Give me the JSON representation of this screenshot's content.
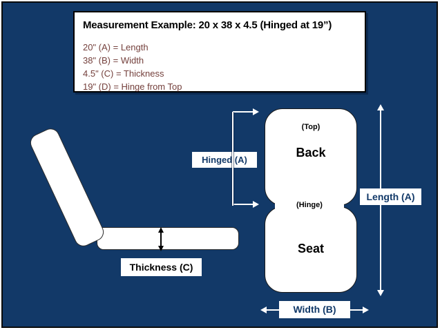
{
  "title_box": {
    "title": "Measurement Example:  20 x 38 x 4.5 (Hinged at 19”)",
    "lines": [
      "20\" (A) = Length",
      "38\" (B) = Width",
      "4.5\" (C) = Thickness",
      "19\" (D) = Hinge from Top"
    ]
  },
  "front_view": {
    "top_label": "(Top)",
    "back_label": "Back",
    "hinge_label": "(Hinge)",
    "seat_label": "Seat"
  },
  "labels": {
    "hinged": "Hinged (A)",
    "length": "Length (A)",
    "width": "Width (B)",
    "thickness": "Thickness (C)"
  },
  "colors": {
    "background": "#123968",
    "label_text": "#123968",
    "detail_text": "#74403c",
    "shape_fill": "#ffffff",
    "arrow_white": "#ffffff",
    "arrow_black": "#000000"
  }
}
